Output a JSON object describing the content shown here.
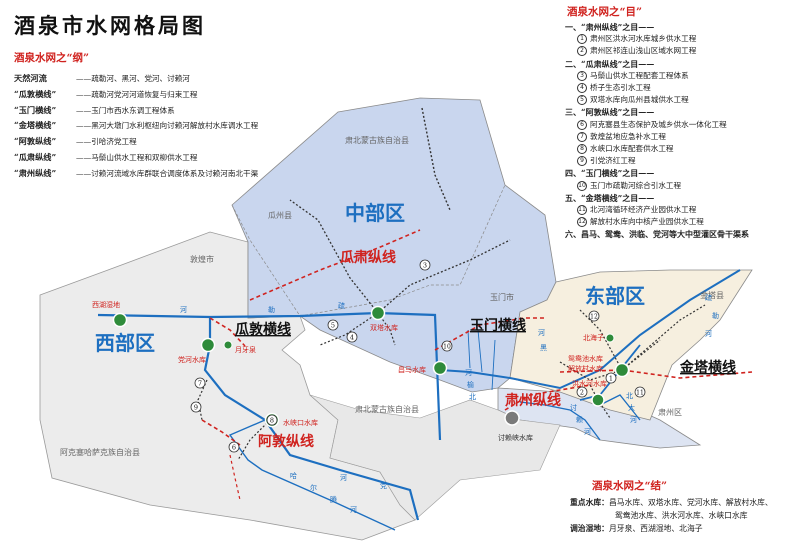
{
  "title": "酒泉市水网格局图",
  "gang": {
    "heading": "酒泉水网之“纲”",
    "rows": [
      {
        "name": "天然河流",
        "desc": "——疏勒河、黑河、党河、讨赖河"
      },
      {
        "name": "“瓜敦横线”",
        "desc": "——疏勒河党河河道恢复与归束工程"
      },
      {
        "name": "“玉门横线”",
        "desc": "——玉门市西水东调工程体系"
      },
      {
        "name": "“金塔横线”",
        "desc": "——黑河大墩门水利枢纽向讨赖河解放村水库调水工程"
      },
      {
        "name": "“阿敦纵线”",
        "desc": "——引哈济党工程"
      },
      {
        "name": "“瓜肃纵线”",
        "desc": "——马鬃山供水工程和双柳供水工程"
      },
      {
        "name": "“肃州纵线”",
        "desc": "——讨赖河流域水库群联合调度体系及讨赖河南北干渠"
      }
    ]
  },
  "mu": {
    "heading": "酒泉水网之“目”",
    "rows": [
      {
        "type": "grp",
        "text": "一、“肃州纵线”之目——"
      },
      {
        "type": "item",
        "num": "1",
        "text": "肃州区洪水河水库城乡供水工程"
      },
      {
        "type": "item",
        "num": "2",
        "text": "肃州区祁连山浅山区域水网工程"
      },
      {
        "type": "grp",
        "text": "二、“瓜肃纵线”之目——"
      },
      {
        "type": "item",
        "num": "3",
        "text": "马鬃山供水工程配套工程体系"
      },
      {
        "type": "item",
        "num": "4",
        "text": "桥子生态引水工程"
      },
      {
        "type": "item",
        "num": "5",
        "text": "双塔水库向瓜州县城供水工程"
      },
      {
        "type": "grp",
        "text": "三、“阿敦纵线”之目——"
      },
      {
        "type": "item",
        "num": "6",
        "text": "阿克塞县生态保护及城乡供水一体化工程"
      },
      {
        "type": "item",
        "num": "7",
        "text": "敦煌盆地应急补水工程"
      },
      {
        "type": "item",
        "num": "8",
        "text": "水峡口水库配套供水工程"
      },
      {
        "type": "item",
        "num": "9",
        "text": "引党济红工程"
      },
      {
        "type": "grp",
        "text": "四、“玉门横线”之目——"
      },
      {
        "type": "item",
        "num": "10",
        "text": "玉门市疏勒河综合引水工程"
      },
      {
        "type": "grp",
        "text": "五、“金塔横线”之目——"
      },
      {
        "type": "item",
        "num": "11",
        "text": "北河湾循环经济产业园供水工程"
      },
      {
        "type": "item",
        "num": "12",
        "text": "解放村水库向中核产业园供水工程"
      },
      {
        "type": "grp",
        "text": "六、昌马、鸳鸯、洪临、党河等大中型灌区骨干渠系"
      }
    ]
  },
  "jie": {
    "heading": "酒泉水网之“结”",
    "reservoir_label": "重点水库：",
    "reservoir_line1": "昌马水库、双塔水库、党河水库、解放村水库、",
    "reservoir_line2": "鸳鸯池水库、洪水河水库、水峡口水库",
    "wetland_label": "调治湿地：",
    "wetland_value": "月牙泉、西湖湿地、北海子"
  },
  "map": {
    "regions": {
      "central": "中部区",
      "west": "西部区",
      "east": "东部区"
    },
    "counties": {
      "subei_north": "肃北蒙古族自治县",
      "guazhou": "瓜州县",
      "dunhuang": "敦煌市",
      "yumen": "玉门市",
      "jinta": "金塔县",
      "subei_south": "肃北蒙古族自治县",
      "akesai": "阿克塞哈萨克族自治县",
      "suzhou": "肃州区"
    },
    "lines": {
      "guasu": "瓜肃纵线",
      "guadun": "瓜敦横线",
      "yumen": "玉门横线",
      "jinta": "金塔横线",
      "suzhou": "肃州纵线",
      "adun": "阿敦纵线"
    },
    "nodes": {
      "xihu": "西湖湿地",
      "danghe": "党河水库",
      "yueyaquan": "月牙泉",
      "shuangta": "双塔水库",
      "changma": "昌马水库",
      "shuixiakou": "水峡口水库",
      "beihaizi": "北海子",
      "yuanyangchi": "鸳鸯池水库",
      "jiefangcun": "解放村水库",
      "hongshuihe": "洪水河水库",
      "taolaixia": "讨赖峡水库"
    },
    "rivers": {
      "shule": [
        "河",
        "勒",
        "疏"
      ],
      "shule_dong": [
        "疏",
        "勒",
        "河"
      ],
      "danghe": [
        "河",
        "党"
      ],
      "hashi": [
        "哈",
        "尔",
        "腾",
        "河"
      ],
      "heihe": [
        "河",
        "黑"
      ],
      "taolai": [
        "讨",
        "赖",
        "河"
      ],
      "beidahe": [
        "北",
        "大",
        "河"
      ],
      "beiheyu": [
        "河",
        "榆",
        "北"
      ]
    },
    "numbers": [
      "1",
      "2",
      "3",
      "4",
      "5",
      "6",
      "7",
      "8",
      "9",
      "10",
      "11",
      "12"
    ]
  },
  "colors": {
    "river": "#1d6fc0",
    "accent_red": "#d0231f",
    "central_fill": "#c9d6ee",
    "west_fill": "#ececec",
    "east_fill": "#f6efdf",
    "node_green": "#2e8b3a"
  }
}
